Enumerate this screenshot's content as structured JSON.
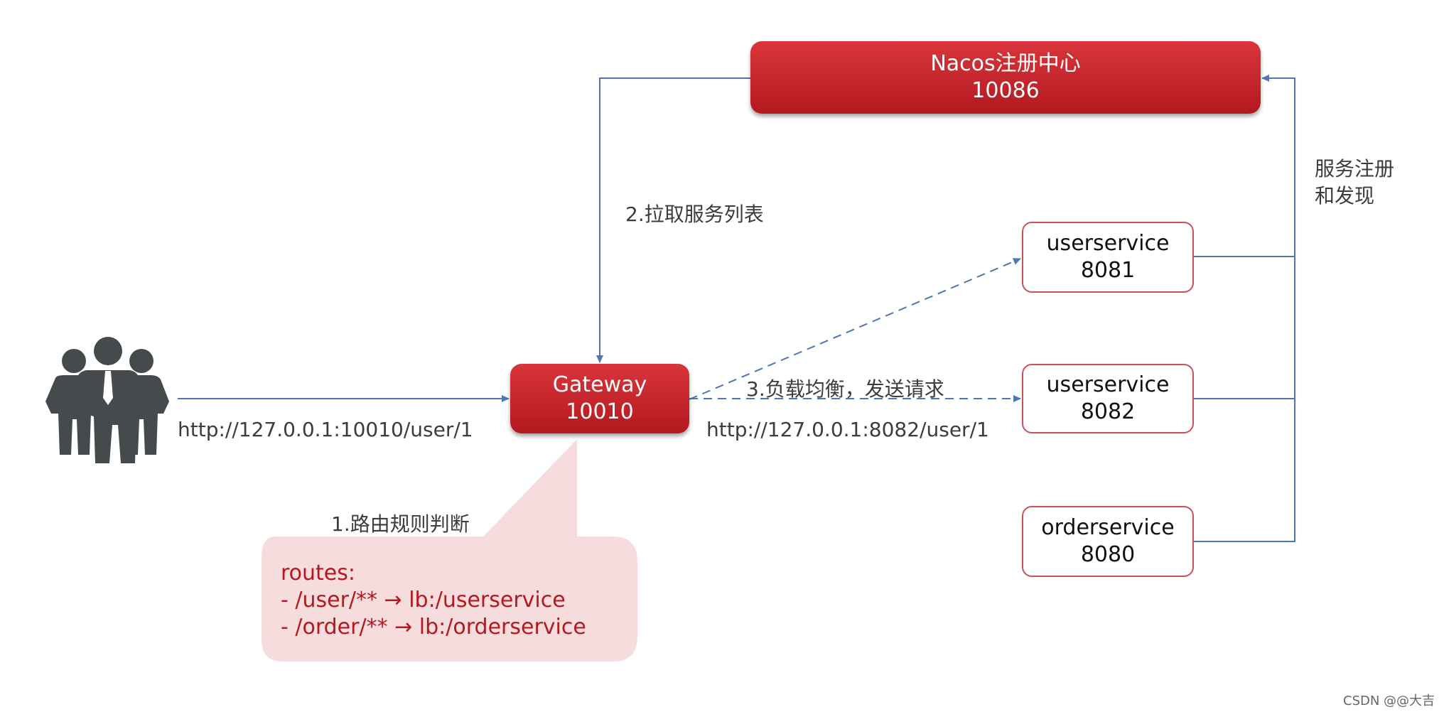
{
  "nacos": {
    "name": "Nacos注册中心",
    "port": "10086"
  },
  "gateway": {
    "name": "Gateway",
    "port": "10010"
  },
  "services": [
    {
      "name": "userservice",
      "port": "8081"
    },
    {
      "name": "userservice",
      "port": "8082"
    },
    {
      "name": "orderservice",
      "port": "8080"
    }
  ],
  "labels": {
    "pull_list": "2.拉取服务列表",
    "register_line1": "服务注册",
    "register_line2": "和发现",
    "load_balance": "3.负载均衡，发送请求",
    "route_judge": "1.路由规则判断",
    "client_url": "http://127.0.0.1:10010/user/1",
    "service_url": "http://127.0.0.1:8082/user/1"
  },
  "routes": {
    "title": "routes:",
    "line1": "-   /user/** → lb:/userservice",
    "line2": "- /order/** → lb:/orderservice"
  },
  "watermark": "CSDN @@大吉",
  "colors": {
    "arrow": "#4f76b3",
    "red": "#c0262d",
    "callout": "#f7dcdd",
    "people": "#454b4d"
  }
}
